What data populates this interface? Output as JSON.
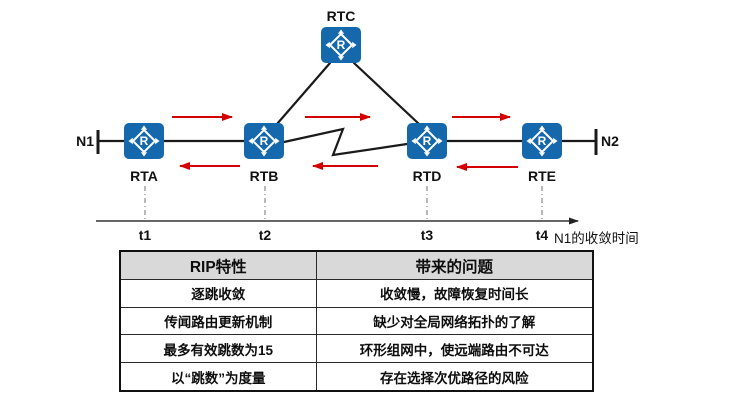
{
  "colors": {
    "router_blue": "#1568ac",
    "arrow_red": "#d40000",
    "table_header_bg": "#d9d9d9"
  },
  "topology": {
    "router_icon_letter": "R",
    "routers": [
      {
        "label": "RTA"
      },
      {
        "label": "RTB"
      },
      {
        "label": "RTC"
      },
      {
        "label": "RTD"
      },
      {
        "label": "RTE"
      }
    ],
    "networks": [
      {
        "label": "N1"
      },
      {
        "label": "N2"
      }
    ]
  },
  "timeline": {
    "ticks": [
      "t1",
      "t2",
      "t3",
      "t4"
    ],
    "axis_label": "N1的收敛时间"
  },
  "table": {
    "headers": [
      "RIP特性",
      "带来的问题"
    ],
    "rows": [
      [
        "逐跳收敛",
        "收敛慢，故障恢复时间长"
      ],
      [
        "传闻路由更新机制",
        "缺少对全局网络拓扑的了解"
      ],
      [
        "最多有效跳数为15",
        "环形组网中，使远端路由不可达"
      ],
      [
        "以“跳数”为度量",
        "存在选择次优路径的风险"
      ]
    ]
  }
}
